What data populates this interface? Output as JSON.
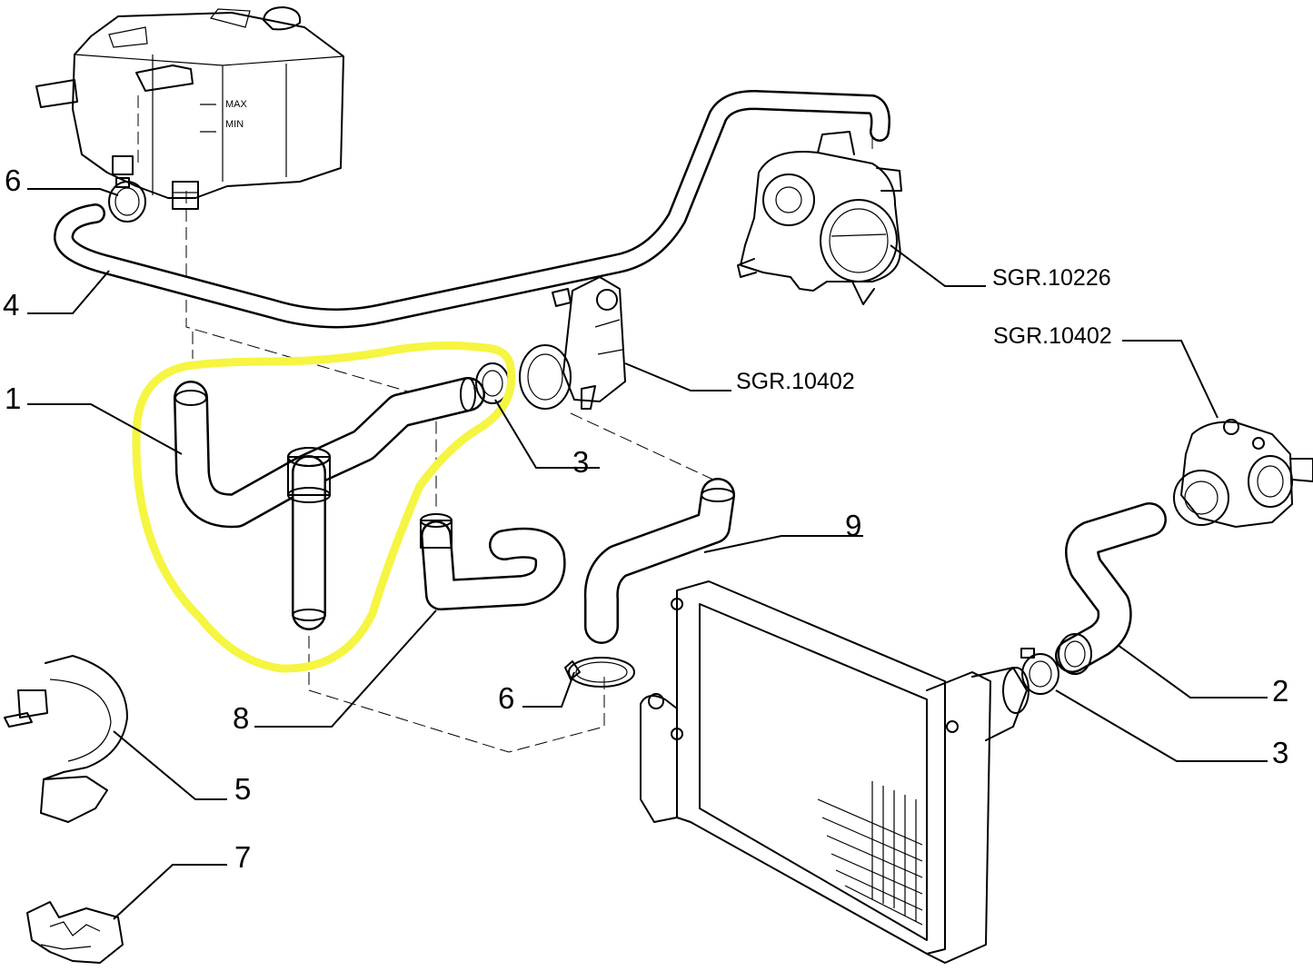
{
  "diagram": {
    "part_labels": {
      "p1": "1",
      "p2": "2",
      "p3a": "3",
      "p3b": "3",
      "p4": "4",
      "p5": "5",
      "p6a": "6",
      "p6b": "6",
      "p7": "7",
      "p8": "8",
      "p9": "9"
    },
    "references": {
      "throttle_body": "SGR.10226",
      "thermostat_left": "SGR.10402",
      "thermostat_right": "SGR.10402"
    },
    "tank_marks": {
      "max": "MAX",
      "min": "MIN"
    },
    "highlight": {
      "color": "#f5f542",
      "part": "1"
    }
  }
}
